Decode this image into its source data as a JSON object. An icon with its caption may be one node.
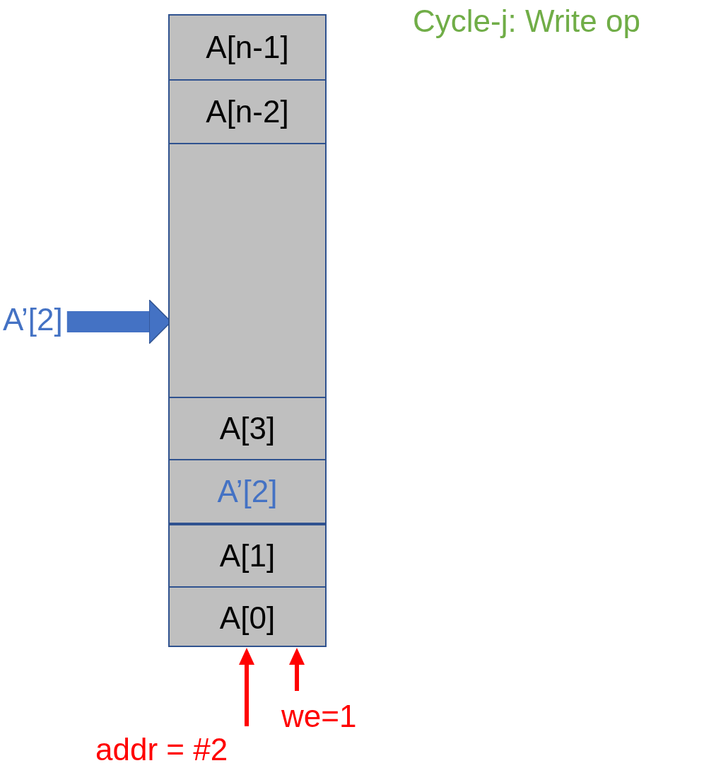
{
  "diagram": {
    "title": "Cycle-j: Write op",
    "nodes": [
      {
        "text": [],
        "shape": "box"
      },
      {
        "text": [
          "A[n-1]"
        ],
        "in": 0
      },
      {
        "text": [
          "A[n-2]"
        ],
        "in": 0
      },
      {
        "text": [],
        "shape": "box",
        "in": 0
      },
      {
        "text": [
          "A[3]"
        ],
        "in": 0
      },
      {
        "text": [
          "A’[2]"
        ],
        "in": 0
      },
      {
        "text": [
          "A[1]"
        ],
        "in": 0
      },
      {
        "text": [
          "A[0]"
        ],
        "in": 0
      },
      {
        "text": [
          "A’[2]"
        ]
      },
      {
        "text": [
          "addr = #2"
        ]
      },
      {
        "text": [
          "we=1"
        ]
      }
    ],
    "edges": [
      {
        "from": 8,
        "to": 3,
        "arrow": "to",
        "style": "thick",
        "color": "#4472c4"
      },
      {
        "from": 9,
        "to": 0,
        "arrow": "to",
        "color": "#ff0000"
      },
      {
        "from": 10,
        "to": 0,
        "arrow": "to",
        "color": "#ff0000"
      }
    ]
  }
}
